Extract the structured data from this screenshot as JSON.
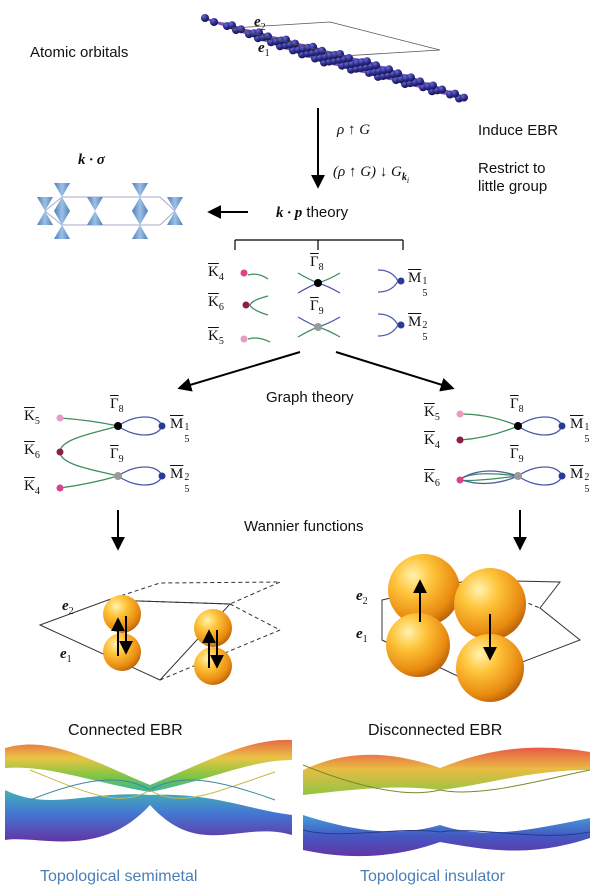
{
  "labels": {
    "atomic_orbitals": "Atomic orbitals",
    "induce_ebr": "Induce EBR",
    "restrict_1": "Restrict to",
    "restrict_2": "little group",
    "kp_theory": "theory",
    "graph_theory": "Graph theory",
    "wannier_functions": "Wannier functions",
    "connected_ebr": "Connected EBR",
    "disconnected_ebr": "Disconnected EBR",
    "topological_semimetal": "Topological semimetal",
    "topological_insulator": "Topological insulator"
  },
  "math": {
    "e2": "e",
    "e2_sub": "2",
    "e1": "e",
    "e1_sub": "1",
    "rho_up_g": "ρ ↑ G",
    "restrict_expr": "(ρ ↑ G) ↓ G",
    "restrict_sub": "k",
    "restrict_subsub": "i",
    "k_sigma": "k · σ",
    "k_p": "k · p",
    "K": "K",
    "Gamma": "Γ",
    "M": "M",
    "sub4": "4",
    "sub5": "5",
    "sub6": "6",
    "sub8": "8",
    "sub9": "9",
    "sup1": "1",
    "sup2": "2"
  },
  "colors": {
    "accent_blue": "#4a7fb5",
    "orbital_dark": "#3a3aa0",
    "bond_purple": "#7b52b8",
    "sphere_orange": "#f5a623",
    "branch_green": "#3d8f5a",
    "branch_blue": "#4a5aa8",
    "dot_pink": "#e0408a",
    "dot_maroon": "#8a1f4a",
    "dot_lightpink": "#e89ac0",
    "dot_black": "#000000",
    "dot_gray": "#9a9a9a",
    "dot_navy": "#2a3a9a",
    "cone_blue": "#6e9ccf"
  },
  "icons": [
    "honeycomb-lattice",
    "dirac-cones",
    "spin-up-arrow",
    "spin-down-arrow",
    "orbital-sphere",
    "band-surface"
  ]
}
